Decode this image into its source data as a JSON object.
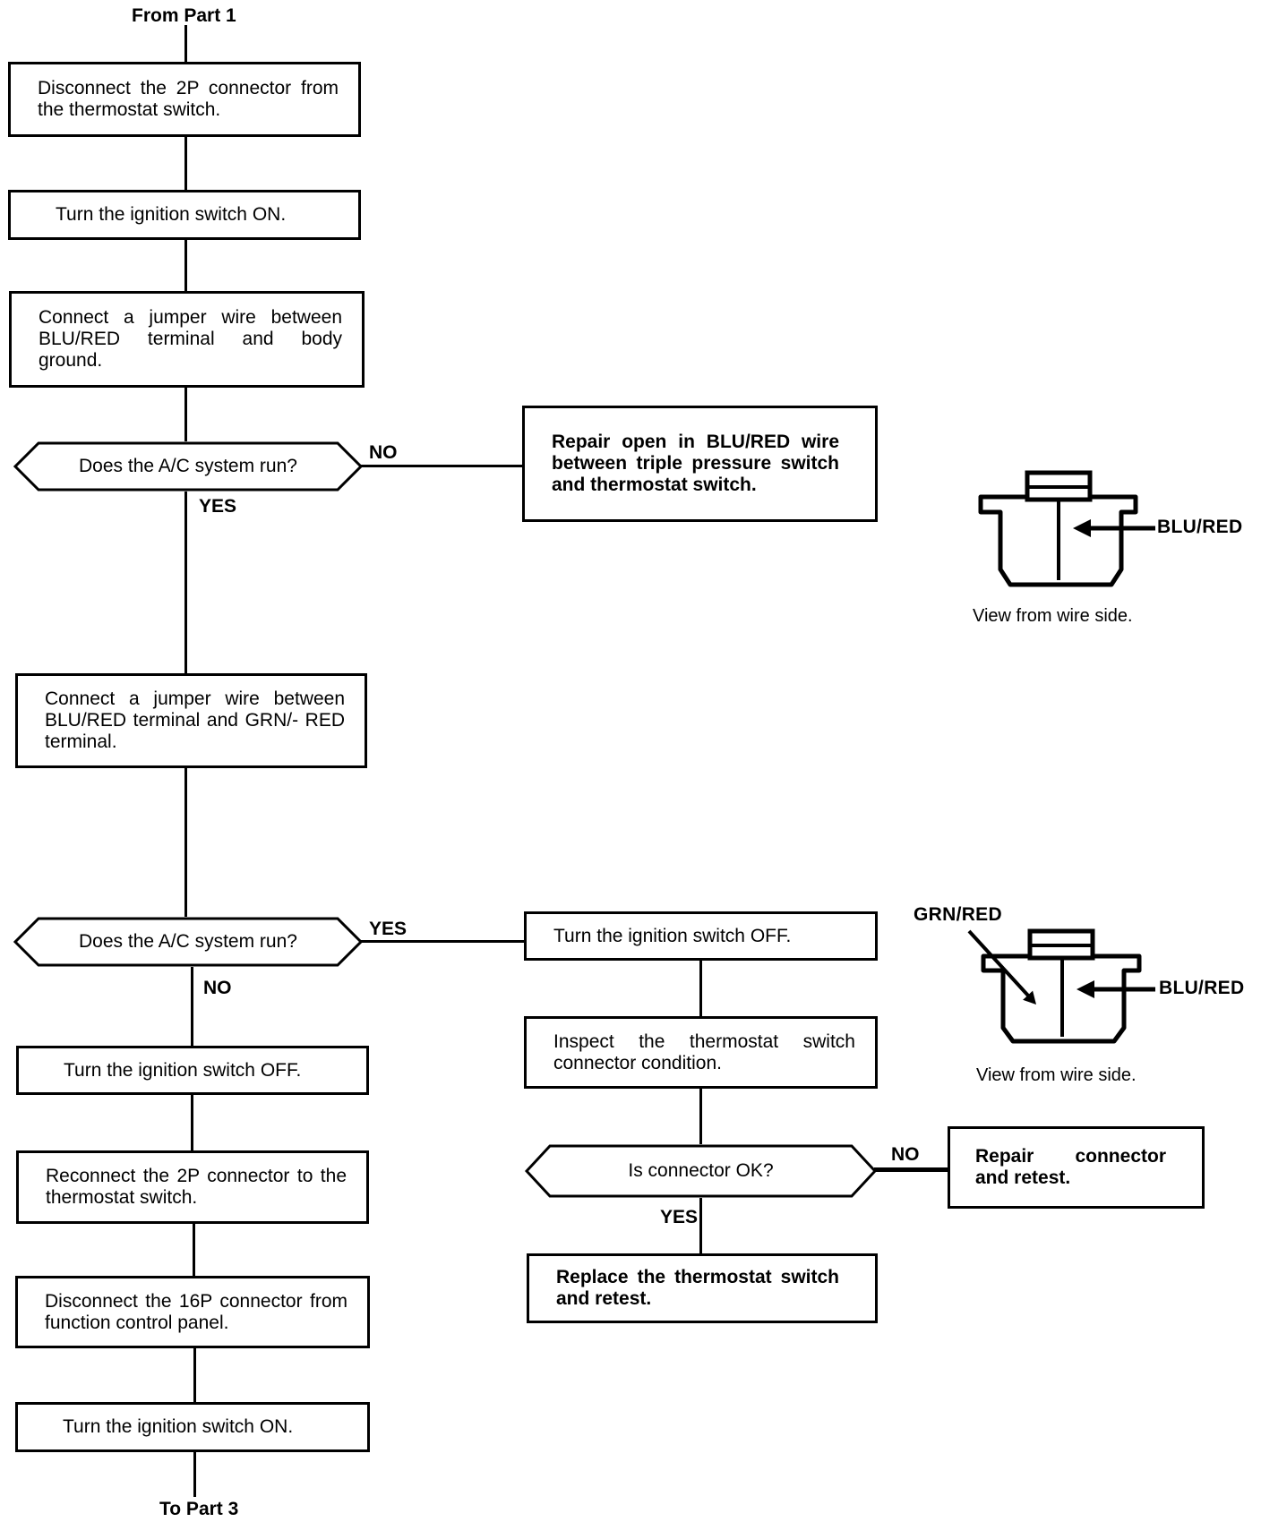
{
  "endpoints": {
    "from": "From Part 1",
    "to": "To Part 3"
  },
  "branch": {
    "yes": "YES",
    "no": "NO"
  },
  "nodes": {
    "disconnect_2p": "Disconnect the 2P connector from the thermostat switch.",
    "ignition_on_1": "Turn the ignition switch ON.",
    "jumper_body_ground": "Connect a jumper wire between BLU/RED terminal and body ground.",
    "ac_run_1": "Does the A/C system run?",
    "repair_open": "Repair open in BLU/RED wire between triple pressure switch and thermostat switch.",
    "jumper_grn_red": "Connect a jumper wire between BLU/RED terminal and GRN/- RED terminal.",
    "ac_run_2": "Does the A/C system run?",
    "ignition_off_right": "Turn the ignition switch OFF.",
    "inspect_connector": "Inspect the thermostat switch connector condition.",
    "connector_ok": "Is connector OK?",
    "repair_connector": "Repair connector and retest.",
    "replace_thermostat": "Replace the thermostat switch and retest.",
    "ignition_off_left": "Turn the ignition switch OFF.",
    "reconnect_2p": "Reconnect the 2P connector to the thermostat switch.",
    "disconnect_16p": "Disconnect the 16P connector from function control panel.",
    "ignition_on_2": "Turn the ignition switch ON."
  },
  "illustrations": {
    "caption": "View from wire side.",
    "blu_red_label": "BLU/RED",
    "grn_red_label": "GRN/RED"
  },
  "colors": {
    "ink": "#000000",
    "paper": "#ffffff"
  }
}
